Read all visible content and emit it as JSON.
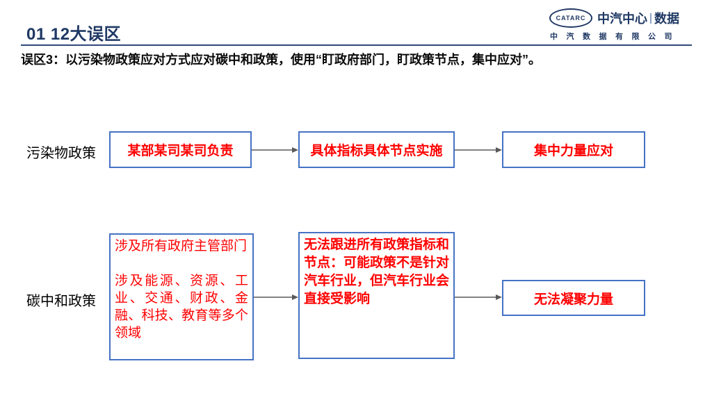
{
  "header": {
    "title": "01 12大误区",
    "subtitle": "误区3：以污染物政策应对方式应对碳中和政策，使用“盯政府部门，盯政策节点，集中应对”。",
    "logo": {
      "mark": "CATARC",
      "brand_left": "中汽中心",
      "brand_right": "数据",
      "company": "中汽数据有限公司"
    }
  },
  "diagram": {
    "row1": {
      "label": "污染物政策",
      "box1": "某部某司某司负责",
      "box2": "具体指标具体节点实施",
      "box3": "集中力量应对"
    },
    "row2": {
      "label": "碳中和政策",
      "box1_para1": "涉及所有政府主管部门",
      "box1_para2": "涉及能源、资源、工业、交通、财政、金融、科技、教育等多个领域",
      "box2": "无法跟进所有政策指标和节点：可能政策不是针对汽车行业，但汽车行业会直接受影响",
      "box3": "无法凝聚力量"
    }
  },
  "colors": {
    "navy": "#1F3864",
    "box_border": "#4472C4",
    "alert_red": "#FF0000",
    "arrow_gray": "#595959"
  }
}
